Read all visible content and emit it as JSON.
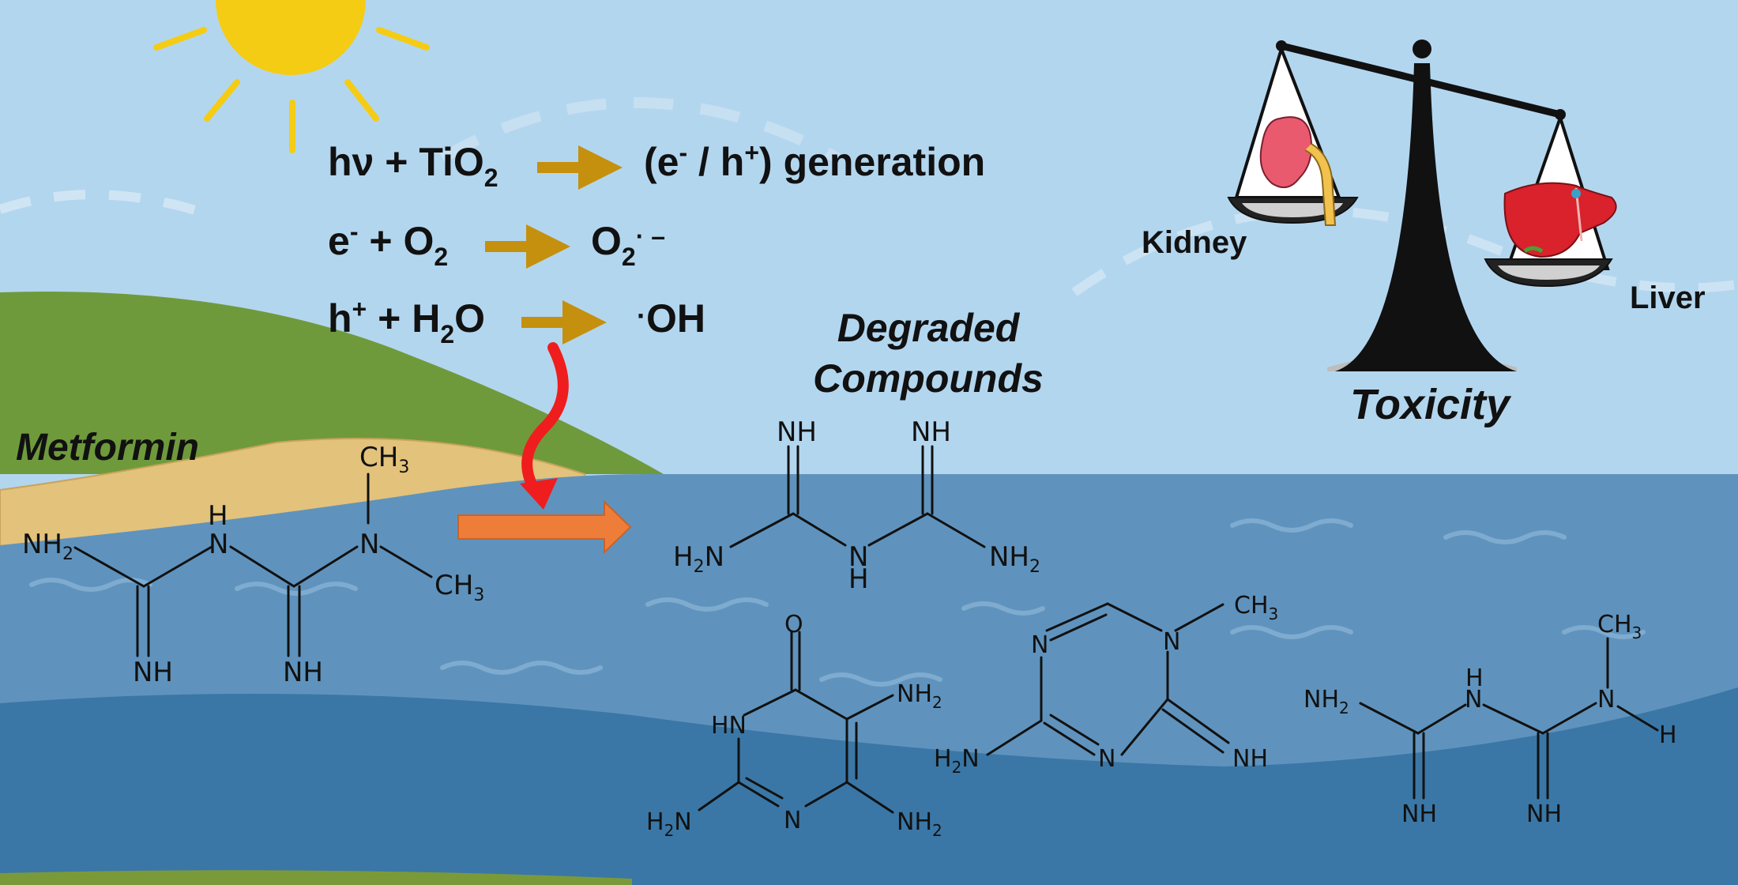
{
  "equations": [
    {
      "reactant": "hν + TiO",
      "reactant_sub": "2",
      "product": "(e",
      "product_sup1": "-",
      "product_mid": " / h",
      "product_sup2": "+",
      "product_end": ") generation"
    },
    {
      "reactant": "e",
      "reactant_sup": "-",
      "reactant_mid": " + O",
      "reactant_sub": "2",
      "product": "O",
      "product_sub": "2",
      "product_sup": "· –"
    },
    {
      "reactant": "h",
      "reactant_sup": "+",
      "reactant_mid": " + H",
      "reactant_sub": "2",
      "reactant_end": "O",
      "product_dot": "·",
      "product": "OH"
    }
  ],
  "labels": {
    "metformin": "Metformin",
    "degraded_line1": "Degraded",
    "degraded_line2": "Compounds",
    "toxicity": "Toxicity",
    "kidney": "Kidney",
    "liver": "Liver"
  },
  "atoms": {
    "NH2": "NH",
    "two": "2",
    "NH": "NH",
    "H": "H",
    "N": "N",
    "CH3": "CH",
    "three": "3",
    "O": "O",
    "HN": "HN",
    "H2N": "H",
    "NH2_alt": "NH"
  },
  "colors": {
    "sky": "#b3d6ef",
    "sea_light": "#5f93bd",
    "sea_dark": "#2f6f9e",
    "hill": "#6f9a3c",
    "sand": "#e3c27b",
    "sun": "#f5cc14",
    "arrow_gold": "#c5900e",
    "arrow_red": "#ef1d1d",
    "arrow_orange": "#ef7d3a"
  },
  "icons": [
    "sun-icon",
    "balance-scale-icon",
    "kidney-icon",
    "liver-icon"
  ]
}
